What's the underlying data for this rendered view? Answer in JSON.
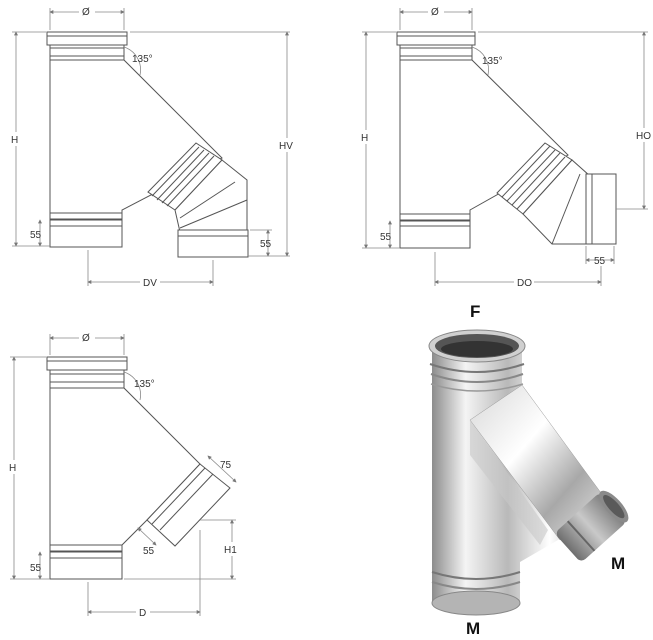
{
  "drawings": {
    "top_left": {
      "diameter": "Ø",
      "angle": "135°",
      "height": "H",
      "height_v": "HV",
      "base_offset": "55",
      "branch_offset": "55",
      "distance": "DV"
    },
    "top_right": {
      "diameter": "Ø",
      "angle": "135°",
      "height": "H",
      "height_o": "HO",
      "base_offset": "55",
      "branch_offset": "55",
      "distance": "DO"
    },
    "bottom_left": {
      "diameter": "Ø",
      "angle": "135°",
      "height": "H",
      "branch_length": "75",
      "branch_offset": "55",
      "height_1": "H1",
      "base_offset": "55",
      "distance": "D"
    }
  },
  "photo": {
    "top_label": "F",
    "branch_label": "M",
    "bottom_label": "M"
  }
}
